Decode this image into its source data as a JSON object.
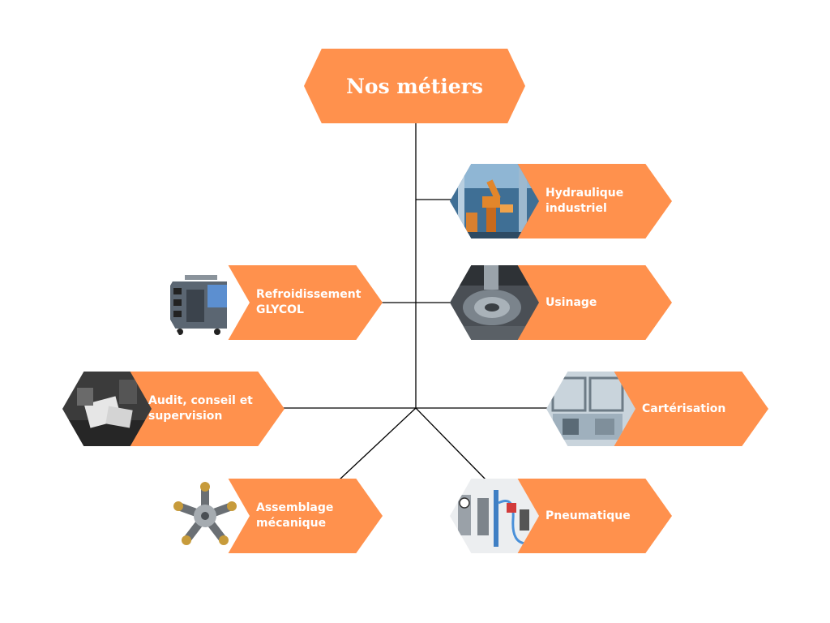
{
  "title": "Nos métiers",
  "colors": {
    "accent": "#ff914d",
    "line": "#000000",
    "background": "#ffffff"
  },
  "nodes": [
    {
      "id": "hydraulique",
      "lines": [
        "Hydraulique",
        "industriel"
      ],
      "photo": "industrial-robot-arms-photo"
    },
    {
      "id": "refroidissement",
      "lines": [
        "Refroidissement",
        "GLYCOL"
      ],
      "photo": "cooling-unit-photo"
    },
    {
      "id": "usinage",
      "lines": [
        "Usinage"
      ],
      "photo": "cnc-machining-photo"
    },
    {
      "id": "audit",
      "lines": [
        "Audit, conseil et",
        "supervision"
      ],
      "photo": "audit-documents-photo"
    },
    {
      "id": "carterisation",
      "lines": [
        "Cartérisation"
      ],
      "photo": "machine-enclosure-photo"
    },
    {
      "id": "assemblage",
      "lines": [
        "Assemblage",
        "mécanique"
      ],
      "photo": "mechanical-assembly-photo"
    },
    {
      "id": "pneumatique",
      "lines": [
        "Pneumatique"
      ],
      "photo": "pneumatic-regulators-photo"
    }
  ]
}
